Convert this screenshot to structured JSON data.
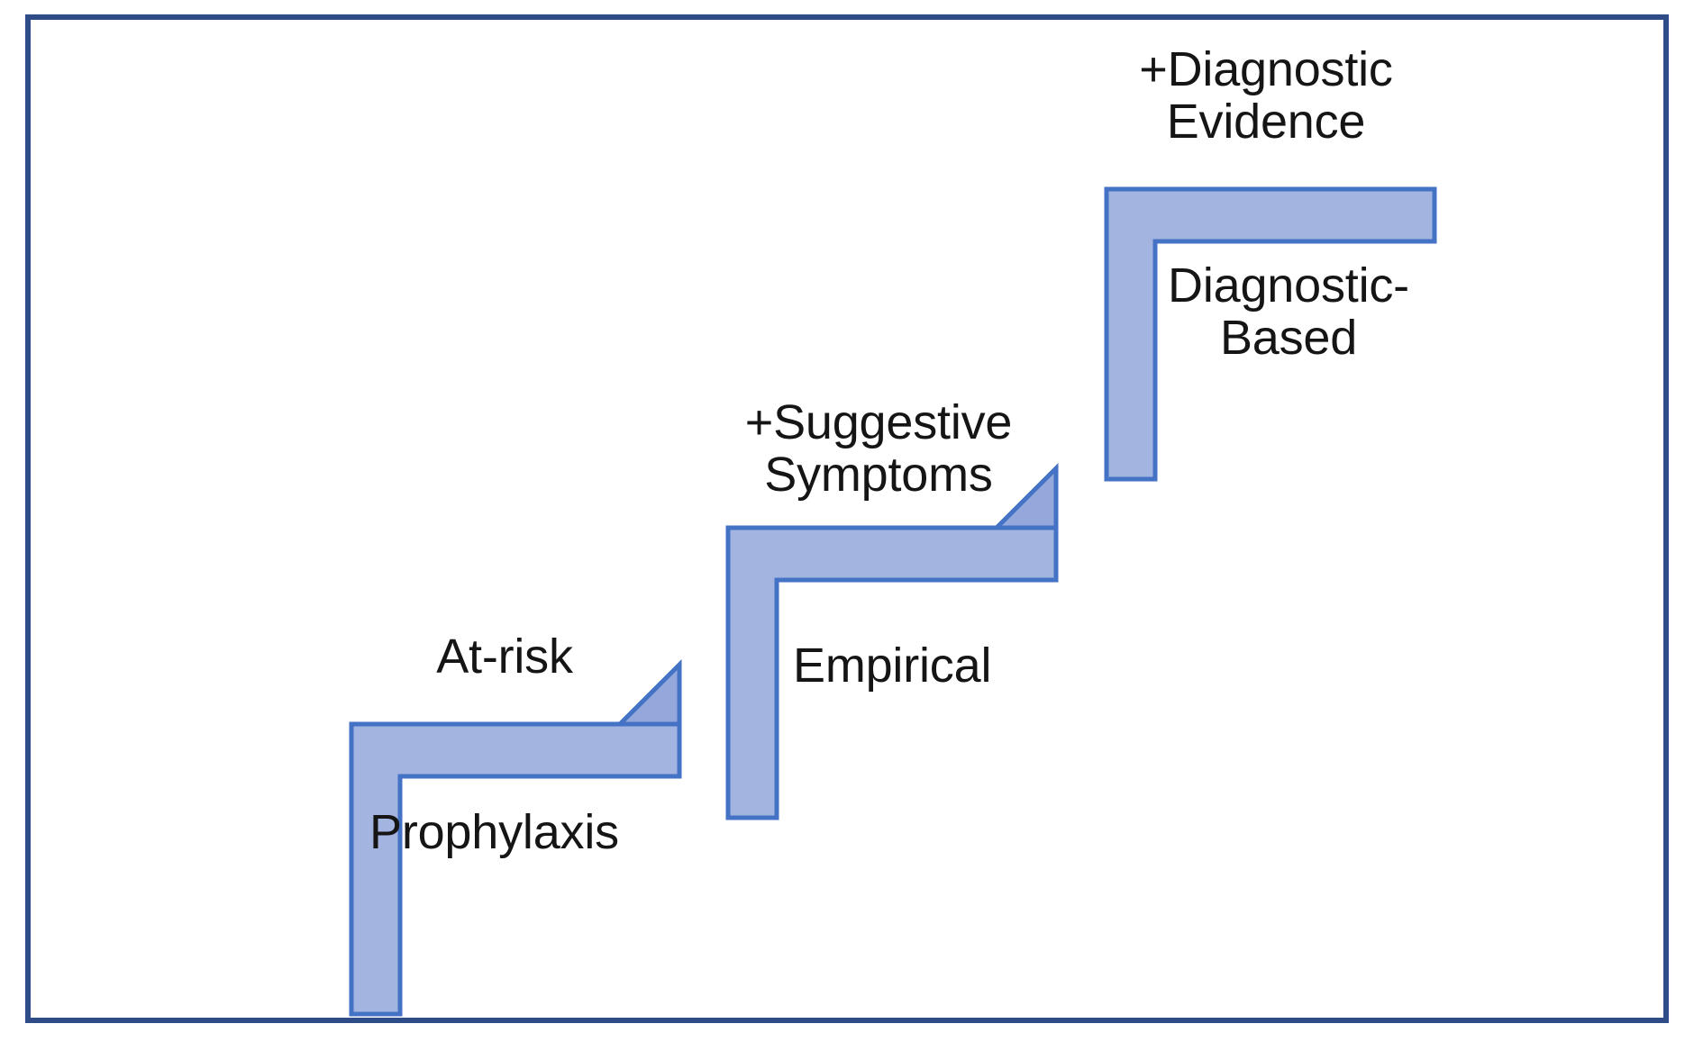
{
  "diagram": {
    "title": "Antifungal treatment strategy escalation staircase",
    "type": "staircase-bent-arrow",
    "frame": {
      "border_color": "#2e4c87",
      "background_color": "#ffffff"
    },
    "shape_style": {
      "fill_color": "#a3b4e0",
      "stroke_color": "#4472c4",
      "arrowhead_fill": "#8fa3d8"
    },
    "steps": [
      {
        "id": "step-1",
        "above_label": "At-risk",
        "inside_label": "Prophylaxis",
        "has_arrowhead": true,
        "level": 1
      },
      {
        "id": "step-2",
        "above_label": "+Suggestive\nSymptoms",
        "inside_label": "Empirical",
        "has_arrowhead": true,
        "level": 2
      },
      {
        "id": "step-3",
        "above_label": "+Diagnostic\nEvidence",
        "inside_label": "Diagnostic-\nBased",
        "has_arrowhead": false,
        "level": 3
      }
    ]
  }
}
